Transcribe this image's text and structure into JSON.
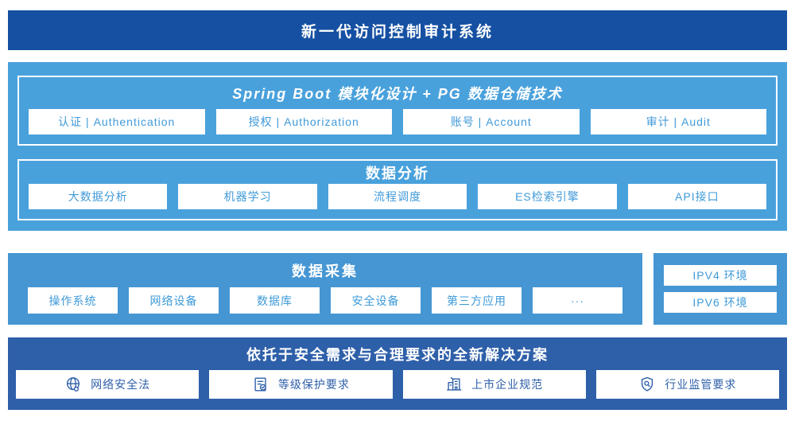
{
  "banner": {
    "title": "新一代访问控制审计系统"
  },
  "platform": {
    "spring": {
      "title": "Spring Boot 模块化设计 + PG 数据仓储技术",
      "items": [
        "认证 | Authentication",
        "授权 | Authorization",
        "账号 | Account",
        "审计 | Audit"
      ]
    },
    "analysis": {
      "title": "数据分析",
      "items": [
        "大数据分析",
        "机器学习",
        "流程调度",
        "ES检索引擎",
        "API接口"
      ]
    }
  },
  "collection": {
    "title": "数据采集",
    "items": [
      "操作系统",
      "网络设备",
      "数据库",
      "安全设备",
      "第三方应用",
      "···"
    ]
  },
  "environments": {
    "items": [
      "IPV4 环境",
      "IPV6 环境"
    ]
  },
  "solution": {
    "title": "依托于安全需求与合理要求的全新解决方案",
    "items": [
      {
        "icon": "globe-network-icon",
        "label": "网络安全法"
      },
      {
        "icon": "document-check-icon",
        "label": "等级保护要求"
      },
      {
        "icon": "building-icon",
        "label": "上市企业规范"
      },
      {
        "icon": "shield-search-icon",
        "label": "行业监管要求"
      }
    ]
  },
  "colors": {
    "banner_bg": "#1550a2",
    "platform_bg": "#49a1dc",
    "collection_bg": "#4596d3",
    "solution_bg": "#2e5fa9",
    "light_box_text": "#3f9ad8",
    "white": "#ffffff"
  }
}
